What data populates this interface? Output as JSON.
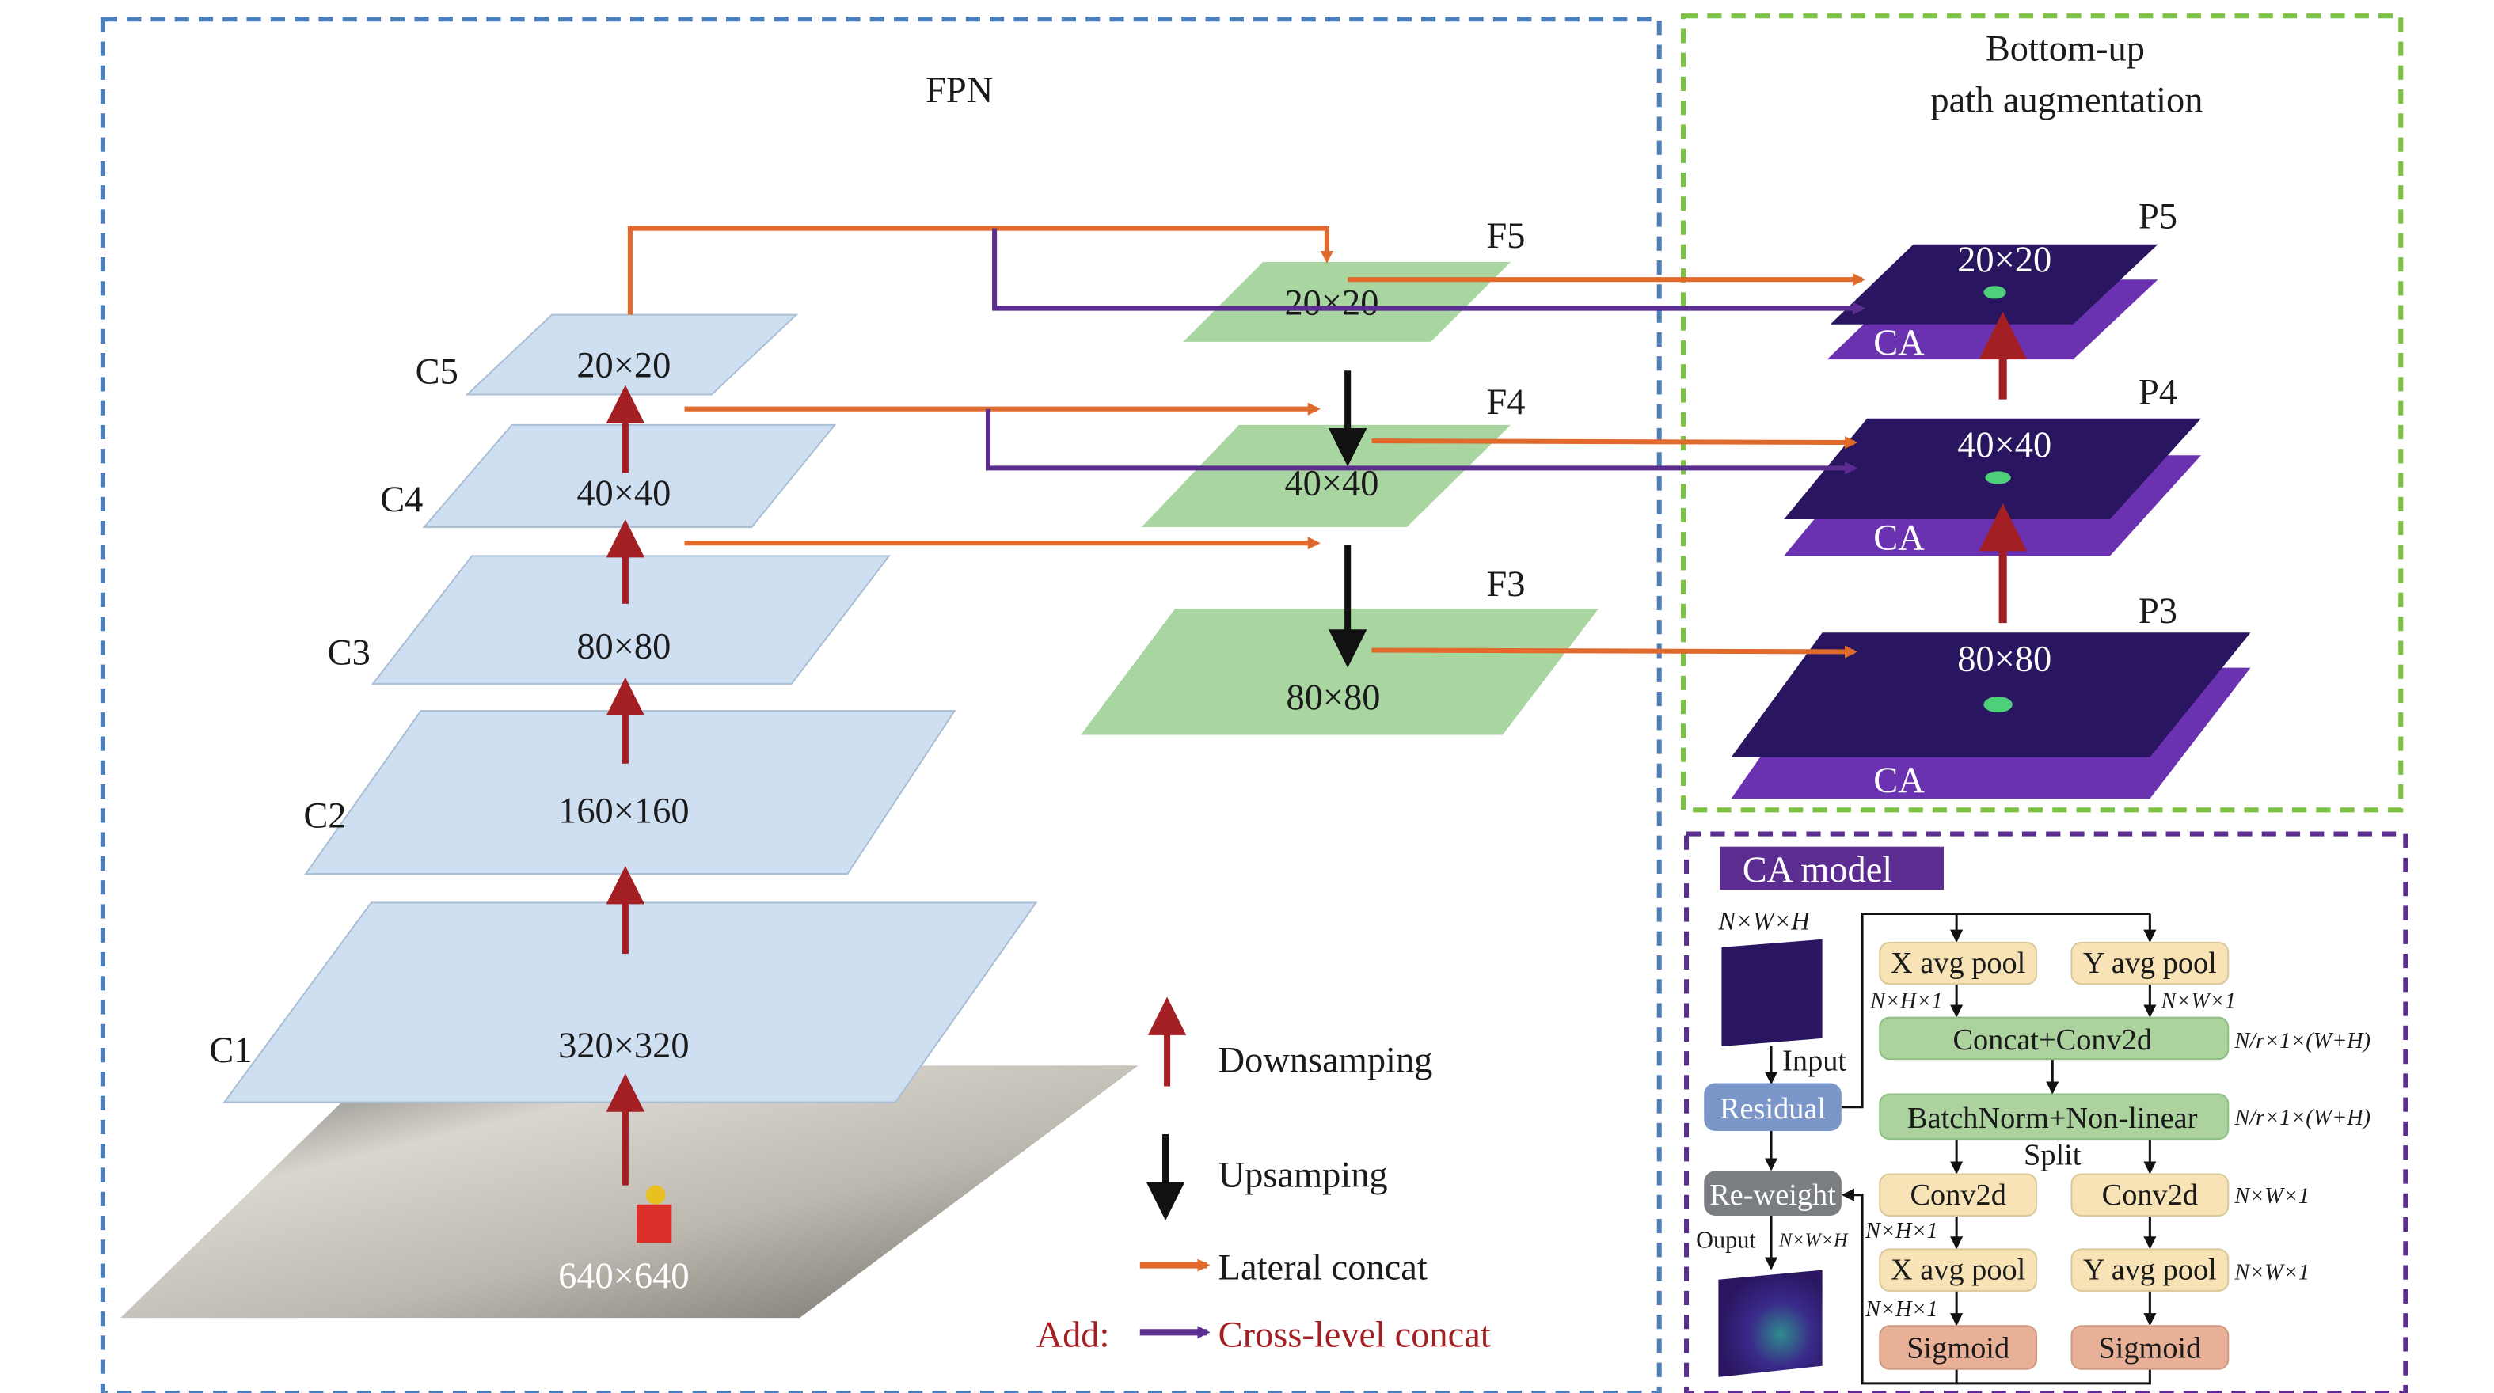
{
  "colors": {
    "fpn_border": "#4f7fb8",
    "bottomup_border": "#7cc242",
    "ca_border": "#5b2d90",
    "c_layer": "#cddff0",
    "f_layer": "#a8d5a0",
    "p_front": "#2a1660",
    "p_back": "#6a32b0",
    "downsampling": "#a31f24",
    "upsampling": "#111111",
    "lateral": "#e06a2c",
    "cross_level": "#5b2d90"
  },
  "fpn": {
    "title": "FPN",
    "c_layers": [
      {
        "label": "C5",
        "size": "20×20"
      },
      {
        "label": "C4",
        "size": "40×40"
      },
      {
        "label": "C3",
        "size": "80×80"
      },
      {
        "label": "C2",
        "size": "160×160"
      },
      {
        "label": "C1",
        "size": "320×320"
      }
    ],
    "input_size": "640×640",
    "f_layers": [
      {
        "label": "F5",
        "size": "20×20"
      },
      {
        "label": "F4",
        "size": "40×40"
      },
      {
        "label": "F3",
        "size": "80×80"
      }
    ]
  },
  "bottom_up": {
    "title_line1": "Bottom-up",
    "title_line2": "path augmentation",
    "p_layers": [
      {
        "label": "P5",
        "size": "20×20",
        "tag": "CA"
      },
      {
        "label": "P4",
        "size": "40×40",
        "tag": "CA"
      },
      {
        "label": "P3",
        "size": "80×80",
        "tag": "CA"
      }
    ]
  },
  "legend": {
    "downsampling": "Downsamping",
    "upsampling": "Upsamping",
    "lateral": "Lateral concat",
    "add_prefix": "Add:",
    "cross_level": "Cross-level concat"
  },
  "ca_model": {
    "title": "CA model",
    "input_dims": "N×W×H",
    "input_label": "Input",
    "residual": "Residual",
    "reweight": "Re-weight",
    "output_label": "Ouput",
    "output_dims": "N×W×H",
    "x_pool": "X avg pool",
    "y_pool": "Y avg pool",
    "nh1": "N×H×1",
    "nw1": "N×W×1",
    "concat": "Concat+Conv2d",
    "concat_dims": "N/r×1×(W+H)",
    "batchnorm": "BatchNorm+Non-linear",
    "batchnorm_dims": "N/r×1×(W+H)",
    "split": "Split",
    "conv2d": "Conv2d",
    "sigmoid": "Sigmoid"
  }
}
